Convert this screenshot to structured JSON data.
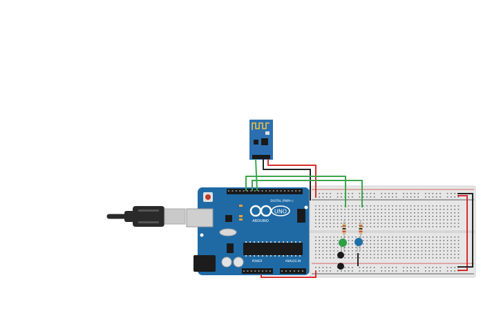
{
  "canvas": {
    "background": "#ffffff"
  },
  "esp_module": {
    "name": "ESP8266 Wi-Fi module",
    "board_color": "#2b6fb0",
    "antenna_color": "#f0c040"
  },
  "arduino": {
    "brand_label": "ARDUINO",
    "model_label": "UNO",
    "digital_label": "DIGITAL (PWM~)",
    "power_label": "POWER",
    "analog_label": "ANALOG IN",
    "board_color": "#1f6aa5"
  },
  "usb_cable": {
    "name": "USB cable",
    "color": "#2a2a2a"
  },
  "breadboard": {
    "name": "breadboard",
    "body_color": "#e6e6e6",
    "rail_red": "#d23b3b",
    "rail_black": "#2a2a2a"
  },
  "components": {
    "led_green_color": "#2ea043",
    "led_blue_color": "#1e6fa8",
    "resistor_color": "#d9b38c",
    "button_color": "#1a1a1a"
  },
  "wires": {
    "signal_color": "#3aa64a",
    "power_color": "#d62c2c",
    "ground_color": "#222222"
  }
}
